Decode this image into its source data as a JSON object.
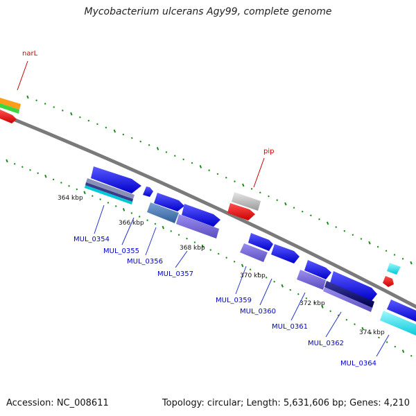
{
  "title": "Mycobacterium ulcerans Agy99, complete genome",
  "footer": {
    "accession": "Accession: NC_008611",
    "summary": "Topology: circular; Length: 5,631,606 bp; Genes: 4,210"
  },
  "colors": {
    "backbone": "#808080",
    "tick": "#1a8a1a",
    "feature_label": "#cc0000",
    "locus_label": "#0000cc",
    "leader_line_red": "#cc0000",
    "leader_line_blue": "#2233cc"
  },
  "scale_labels": [
    "364 kbp",
    "366 kbp",
    "368 kbp",
    "370 kbp",
    "372 kbp",
    "374 kbp"
  ],
  "feature_labels": [
    "narL",
    "pip"
  ],
  "locus_labels": [
    "MUL_0354",
    "MUL_0355",
    "MUL_0356",
    "MUL_0357",
    "MUL_0359",
    "MUL_0360",
    "MUL_0361",
    "MUL_0362",
    "MUL_0364"
  ]
}
